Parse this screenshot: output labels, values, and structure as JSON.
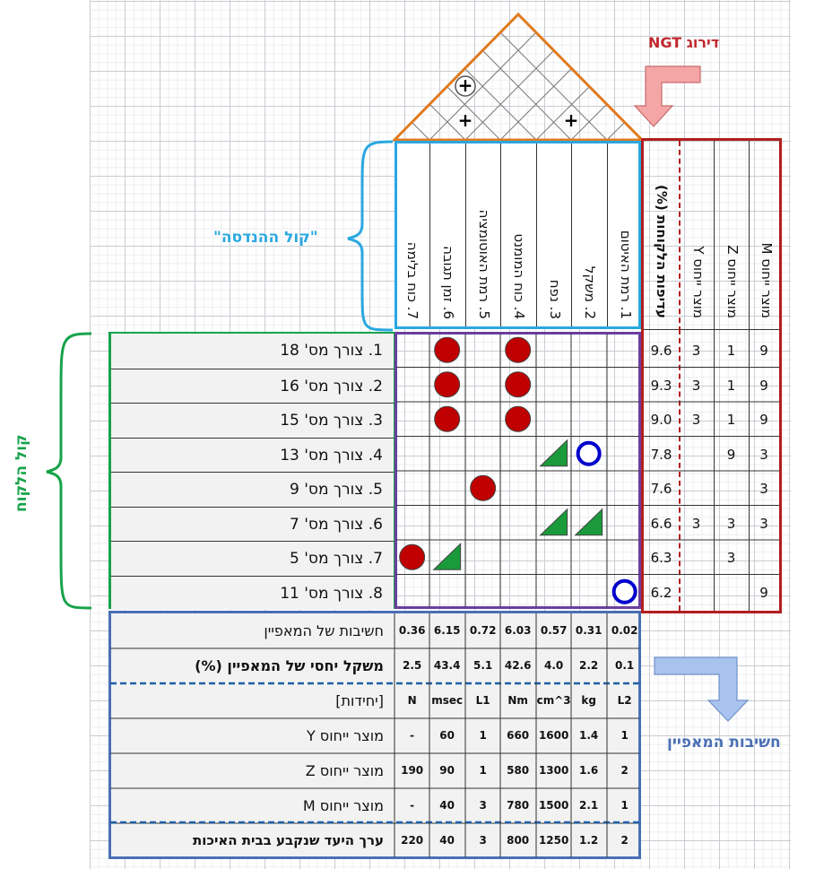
{
  "title": "דירוג NGT",
  "roof_symbols": [
    "+",
    "+",
    "+"
  ],
  "engineering_voice_label": "\"קול ההנדסה\"",
  "customer_voice_label": "קול הלקוח",
  "characteristic_importance_label": "חשיבות המאפיין",
  "characteristics": [
    "1. רמת האיטום",
    "2. משקל",
    "3. נפח",
    "4. כוח המומנט",
    "5. רמת האוטומציה",
    "6. זמן תגובה",
    "7. כוח בלימה"
  ],
  "customer_priority_header": "עדיפות הלקוחות (%)",
  "reference_products": [
    "מוצר ייחוס Y",
    "מוצר ייחוס Z",
    "מוצר ייחוס M"
  ],
  "needs": [
    {
      "label": "1. צורך מס' 18",
      "priority": "9.6",
      "Y": "3",
      "Z": "1",
      "M": "9"
    },
    {
      "label": "2. צורך מס' 16",
      "priority": "9.3",
      "Y": "3",
      "Z": "1",
      "M": "9"
    },
    {
      "label": "3. צורך מס' 15",
      "priority": "9.0",
      "Y": "3",
      "Z": "1",
      "M": "9"
    },
    {
      "label": "4. צורך מס' 13",
      "priority": "7.8",
      "Y": "",
      "Z": "9",
      "M": "3"
    },
    {
      "label": "5. צורך מס' 9",
      "priority": "7.6",
      "Y": "",
      "Z": "",
      "M": "3"
    },
    {
      "label": "6. צורך מס' 7",
      "priority": "6.6",
      "Y": "3",
      "Z": "3",
      "M": "3"
    },
    {
      "label": "7. צורך מס' 5",
      "priority": "6.3",
      "Y": "",
      "Z": "3",
      "M": ""
    },
    {
      "label": "8. צורך מס' 11",
      "priority": "6.2",
      "Y": "",
      "Z": "",
      "M": "9"
    }
  ],
  "relationship_symbols": {
    "strong": "red-filled-circle",
    "medium": "blue-ring",
    "weak": "green-triangle"
  },
  "relationships": [
    {
      "need": 1,
      "characteristic": 4,
      "type": "strong"
    },
    {
      "need": 1,
      "characteristic": 6,
      "type": "strong"
    },
    {
      "need": 2,
      "characteristic": 4,
      "type": "strong"
    },
    {
      "need": 2,
      "characteristic": 6,
      "type": "strong"
    },
    {
      "need": 3,
      "characteristic": 4,
      "type": "strong"
    },
    {
      "need": 3,
      "characteristic": 6,
      "type": "strong"
    },
    {
      "need": 4,
      "characteristic": 2,
      "type": "medium"
    },
    {
      "need": 4,
      "characteristic": 3,
      "type": "weak"
    },
    {
      "need": 5,
      "characteristic": 5,
      "type": "strong"
    },
    {
      "need": 6,
      "characteristic": 2,
      "type": "weak"
    },
    {
      "need": 6,
      "characteristic": 3,
      "type": "weak"
    },
    {
      "need": 7,
      "characteristic": 6,
      "type": "weak"
    },
    {
      "need": 7,
      "characteristic": 7,
      "type": "strong"
    },
    {
      "need": 8,
      "characteristic": 1,
      "type": "medium"
    }
  ],
  "bottom_rows": [
    {
      "label": "חשיבות של המאפיין",
      "values": [
        "0.02",
        "0.31",
        "0.57",
        "6.03",
        "0.72",
        "6.15",
        "0.36"
      ]
    },
    {
      "label": "משקל יחסי של המאפיין (%)",
      "values": [
        "0.1",
        "2.2",
        "4.0",
        "42.6",
        "5.1",
        "43.4",
        "2.5"
      ]
    },
    {
      "label": "[יחידות]",
      "values": [
        "L2",
        "kg",
        "cm^3",
        "Nm",
        "L1",
        "msec",
        "N"
      ]
    },
    {
      "label": "מוצר ייחוס Y",
      "values": [
        "1",
        "1.4",
        "1600",
        "660",
        "1",
        "60",
        "-"
      ]
    },
    {
      "label": "מוצר ייחוס Z",
      "values": [
        "2",
        "1.6",
        "1300",
        "580",
        "1",
        "90",
        "190"
      ]
    },
    {
      "label": "מוצר ייחוס M",
      "values": [
        "1",
        "2.1",
        "1500",
        "780",
        "3",
        "40",
        "-"
      ]
    },
    {
      "label": "ערך היעד שנקבע בבית האיכות",
      "values": [
        "2",
        "1.2",
        "1250",
        "800",
        "3",
        "40",
        "220"
      ]
    }
  ],
  "colors": {
    "roof": "#e07a1f",
    "engineering": "#29a8e0",
    "customer": "#17a34a",
    "relationship": "#6b3fa0",
    "priority": "#b21e1e",
    "bottom": "#4a6fb5",
    "ngt_arrow": "#f4a6a6",
    "importance_arrow": "#a8c4ee",
    "ngt_title": "#c0282d",
    "strong": "#c00000",
    "medium": "#0000cc",
    "weak": "#1a9a3a"
  }
}
